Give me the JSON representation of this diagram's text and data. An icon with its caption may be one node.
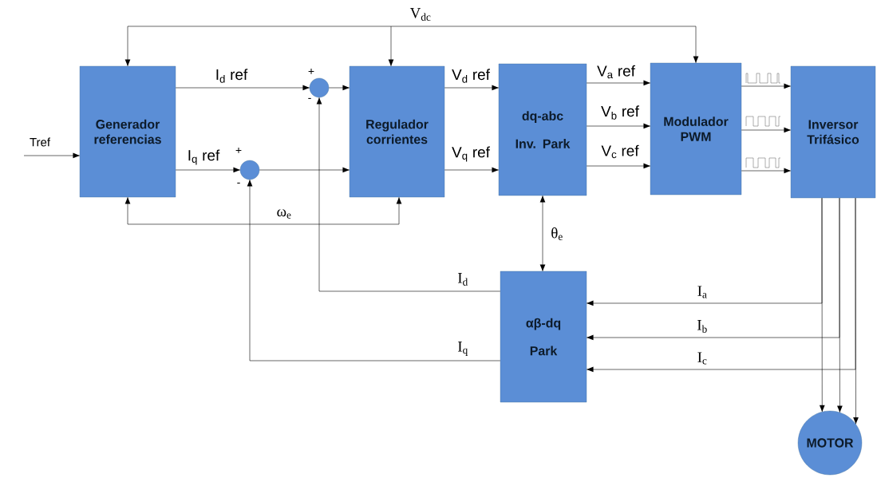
{
  "diagram": {
    "nodes": [
      {
        "text": [
          "Generador referencias"
        ]
      },
      {
        "text": [],
        "shape": "circle"
      },
      {
        "text": [],
        "shape": "circle"
      },
      {
        "text": [
          "Regulador corrientes"
        ]
      },
      {
        "text": [
          "dq-abc",
          "Inv. Park"
        ]
      },
      {
        "text": [
          "Modulador PWM"
        ]
      },
      {
        "text": [
          "Inversor Trifásico"
        ]
      },
      {
        "text": [
          "αβ-dq",
          "Park"
        ]
      },
      {
        "text": [
          "MOTOR"
        ]
      }
    ],
    "edges": [
      {
        "from": null,
        "to": 0,
        "arrow": "to",
        "label": "Tref"
      },
      {
        "from": 0,
        "to": 1,
        "arrow": "to",
        "label": "I$_{d}$ ref"
      },
      {
        "from": 0,
        "to": 2,
        "arrow": "to",
        "label": "I$_{q}$ ref"
      },
      {
        "from": 1,
        "to": 3,
        "arrow": "to"
      },
      {
        "from": 2,
        "to": 3,
        "arrow": "to"
      },
      {
        "from": 3,
        "to": 4,
        "arrow": "to",
        "label": "V$_{d}$ ref"
      },
      {
        "from": 3,
        "to": 4,
        "arrow": "to",
        "label": "V$_{q}$ ref"
      },
      {
        "from": 4,
        "to": 5,
        "arrow": "to",
        "label": "V$_{a}$ ref"
      },
      {
        "from": 4,
        "to": 5,
        "arrow": "to",
        "label": "V$_{b}$ ref"
      },
      {
        "from": 4,
        "to": 5,
        "arrow": "to",
        "label": "V$_{c}$ ref"
      },
      {
        "from": 5,
        "to": 6,
        "arrow": "to"
      },
      {
        "from": 5,
        "to": 6,
        "arrow": "to"
      },
      {
        "from": 5,
        "to": 6,
        "arrow": "to"
      },
      {
        "from": null,
        "to": 0,
        "arrow": "to"
      },
      {
        "from": null,
        "to": 3,
        "arrow": "to",
        "label": "V$_{dc}$"
      },
      {
        "from": null,
        "to": 5,
        "arrow": "to"
      },
      {
        "from": null,
        "to": 0,
        "arrow": "to"
      },
      {
        "from": null,
        "to": 3,
        "arrow": "to",
        "label": "ω$_{e}$"
      },
      {
        "from": 4,
        "to": 7,
        "arrow": "both",
        "label": "θ$_{e}$"
      },
      {
        "from": 7,
        "to": 1,
        "arrow": "to",
        "label": "I$_{d}$"
      },
      {
        "from": 7,
        "to": 2,
        "arrow": "to",
        "label": "I$_{q}$"
      },
      {
        "from": 6,
        "to": 7,
        "arrow": "to",
        "label": "I$_{a}$"
      },
      {
        "from": 6,
        "to": 7,
        "arrow": "to",
        "label": "I$_{b}$"
      },
      {
        "from": 6,
        "to": 7,
        "arrow": "to",
        "label": "I$_{c}$"
      },
      {
        "from": 6,
        "to": 8,
        "arrow": "to"
      },
      {
        "from": 6,
        "to": 8,
        "arrow": "to"
      },
      {
        "from": 6,
        "to": 8,
        "arrow": "to"
      }
    ],
    "labels": [
      "+",
      "-",
      "+",
      "-"
    ]
  }
}
